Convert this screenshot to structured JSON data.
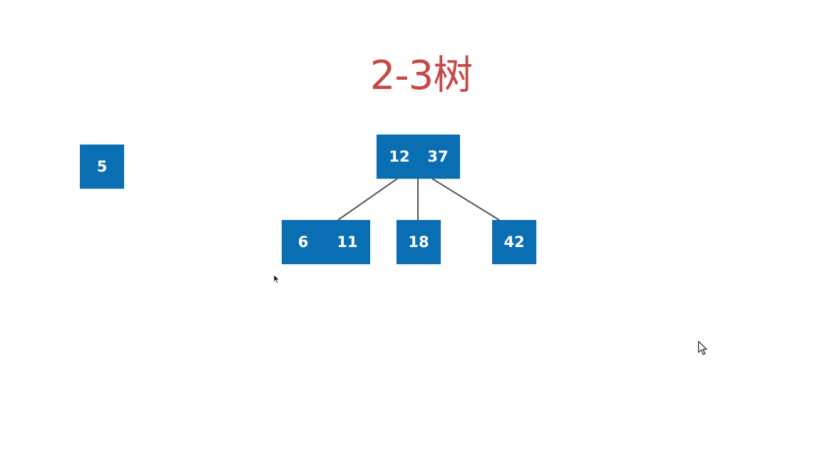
{
  "title": "2-3树",
  "colors": {
    "title": "#c84848",
    "node_fill": "#0a6fb2",
    "node_text": "#ffffff",
    "edge": "#555555"
  },
  "tree": {
    "root": {
      "keys": [
        "12",
        "37"
      ]
    },
    "children": [
      {
        "keys": [
          "6",
          "11"
        ]
      },
      {
        "keys": [
          "18"
        ]
      },
      {
        "keys": [
          "42"
        ]
      }
    ]
  },
  "pending_node": {
    "keys": [
      "5"
    ]
  }
}
